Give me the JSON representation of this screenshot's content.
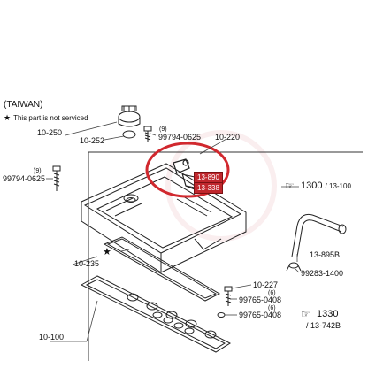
{
  "region": "(TAIWAN)",
  "note": {
    "star": "★",
    "text": "This part is not serviced"
  },
  "parts": {
    "p10250": "10-250",
    "p10252": "10-252",
    "p99794_top": "99794-0625",
    "p99794_top_qty": "(9)",
    "p10220": "10-220",
    "p99794_left": "99794-0625",
    "p99794_left_qty": "(9)",
    "p10235": "10-235",
    "p10227": "10-227",
    "p99765_a": "99765-0408",
    "p99765_a_qty": "(6)",
    "p99765_b": "99765-0408",
    "p99765_b_qty": "(6)",
    "p13895b": "13-895B",
    "p99283": "99283-1400",
    "p10100": "10-100"
  },
  "highlight": {
    "top": "13-890",
    "bottom": "13-338",
    "color": "#c0272d"
  },
  "refs": {
    "r1300_main": "1300",
    "r1300_sub": "/ 13-100",
    "r1330_main": "1330",
    "r1330_sub": "/ 13-742B"
  },
  "star_marker": "★"
}
